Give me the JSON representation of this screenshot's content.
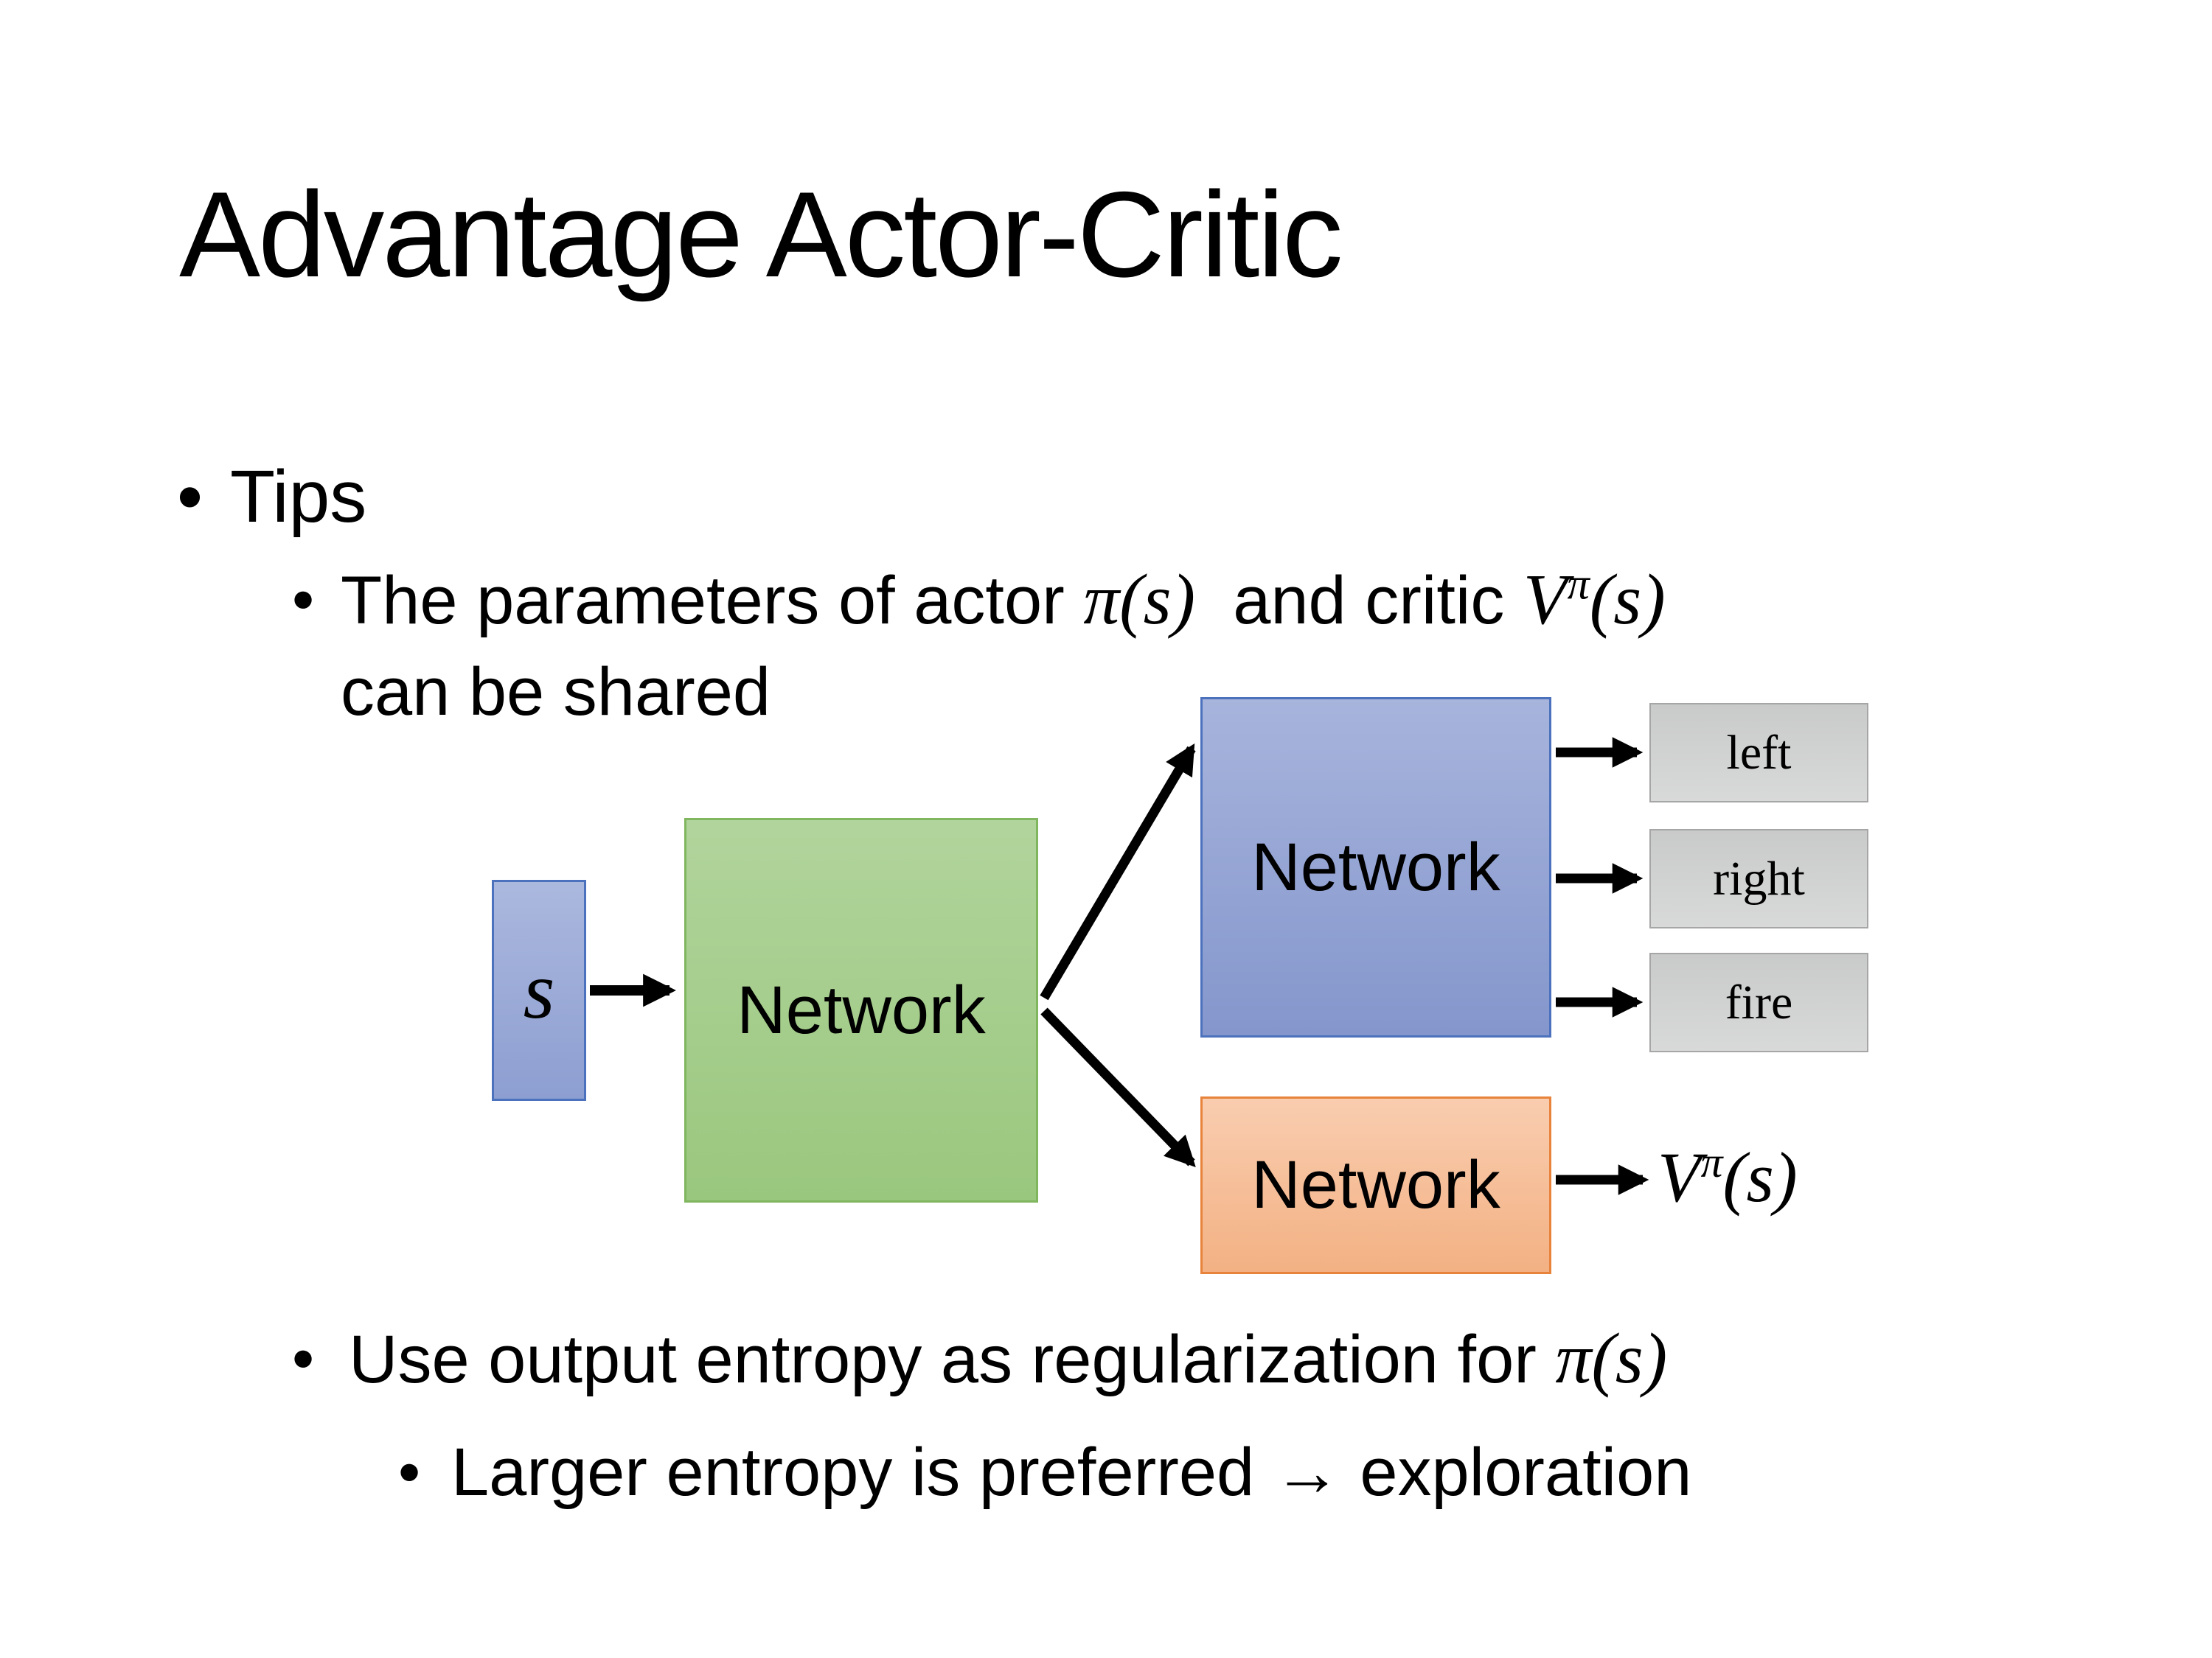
{
  "slide": {
    "title": "Advantage Actor-Critic",
    "bullet_glyph": "•",
    "bullet_tips": "Tips",
    "bullet_params": {
      "pre": "The parameters of actor ",
      "actor_math": "π(s)",
      "mid": "  and critic ",
      "critic_v": "V",
      "critic_sup": "π",
      "critic_arg": "(s)",
      "line2": "can be shared"
    },
    "bullet_entropy": {
      "pre": "Use output entropy as regularization for ",
      "math": "π(s)"
    },
    "bullet_explore": {
      "pre": "Larger entropy is preferred ",
      "arrow": "→",
      "post": " exploration"
    }
  },
  "diagram": {
    "state_label": "s",
    "shared_network_label": "Network",
    "actor_network_label": "Network",
    "critic_network_label": "Network",
    "actions": [
      "left",
      "right",
      "fire"
    ],
    "critic_output": {
      "v": "V",
      "sup": "π",
      "arg": "(s)"
    },
    "colors": {
      "state_box_fill": "#9aa9d6",
      "state_box_border": "#4d72bd",
      "shared_box_fill": "#a5cd8d",
      "shared_box_border": "#7fb65e",
      "actor_box_fill": "#95a5d4",
      "actor_box_border": "#4d72bd",
      "critic_box_fill": "#f6bf99",
      "critic_box_border": "#e8833c",
      "action_box_fill": "#d1d2d2",
      "action_box_border": "#a6a6a6",
      "arrow_color": "#000000"
    }
  }
}
